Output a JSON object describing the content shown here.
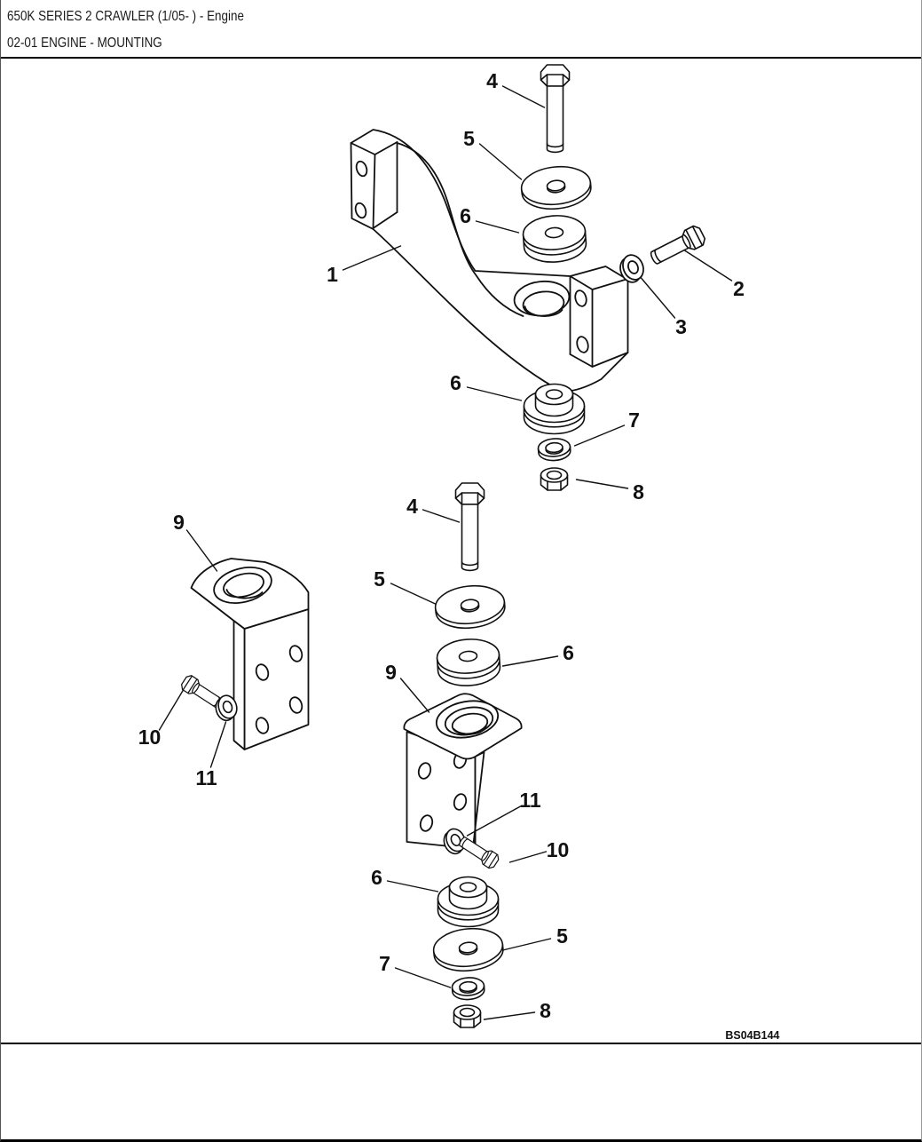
{
  "header": {
    "line1": "650K SERIES 2 CRAWLER (1/05- ) - Engine",
    "line2": "02-01 ENGINE - MOUNTING"
  },
  "diagram": {
    "figure_code": "BS04B144",
    "callouts": [
      {
        "ref": "4"
      },
      {
        "ref": "5"
      },
      {
        "ref": "6"
      },
      {
        "ref": "1"
      },
      {
        "ref": "2"
      },
      {
        "ref": "3"
      },
      {
        "ref": "6"
      },
      {
        "ref": "7"
      },
      {
        "ref": "8"
      },
      {
        "ref": "9"
      },
      {
        "ref": "10"
      },
      {
        "ref": "11"
      },
      {
        "ref": "4"
      },
      {
        "ref": "5"
      },
      {
        "ref": "6"
      },
      {
        "ref": "9"
      },
      {
        "ref": "11"
      },
      {
        "ref": "10"
      },
      {
        "ref": "6"
      },
      {
        "ref": "5"
      },
      {
        "ref": "7"
      },
      {
        "ref": "8"
      }
    ]
  },
  "colors": {
    "line": "#111111",
    "background": "#ffffff"
  }
}
